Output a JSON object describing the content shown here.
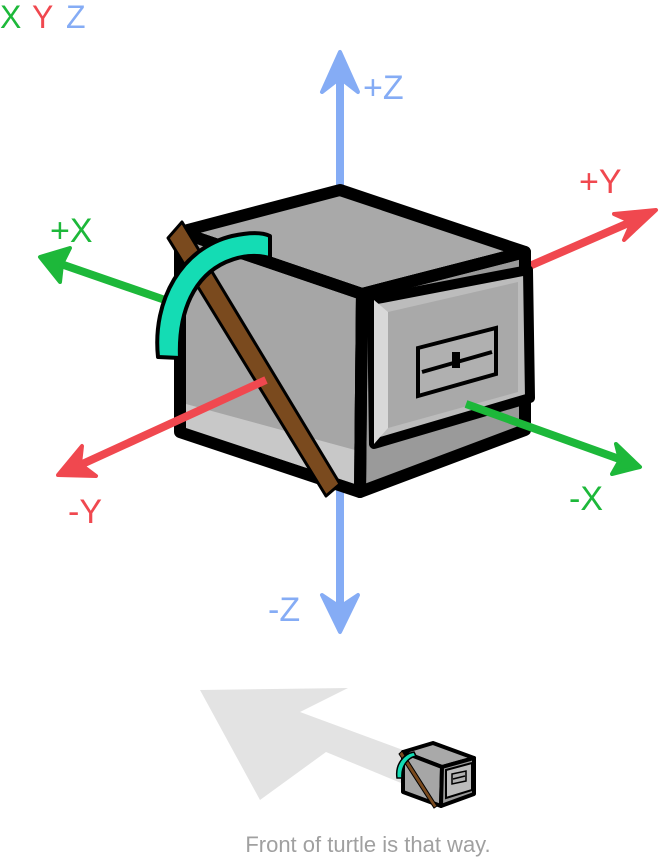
{
  "legend": {
    "x": "X",
    "y": "Y",
    "z": "Z"
  },
  "axes": {
    "plus_z": "+Z",
    "minus_z": "-Z",
    "plus_y": "+Y",
    "minus_y": "-Y",
    "plus_x": "+X",
    "minus_x": "-X"
  },
  "caption": "Front of turtle is that way.",
  "colors": {
    "x_axis": "#1db83a",
    "y_axis": "#f0484f",
    "z_axis": "#85acf5",
    "body": "#a6a6a6",
    "body_dark": "#8f8f8f",
    "outline": "#000000",
    "pickaxe_head": "#14dcb4",
    "pickaxe_handle": "#7a4a1e",
    "caption_text": "#a0a0a0",
    "direction_arrow": "#e3e3e3"
  }
}
